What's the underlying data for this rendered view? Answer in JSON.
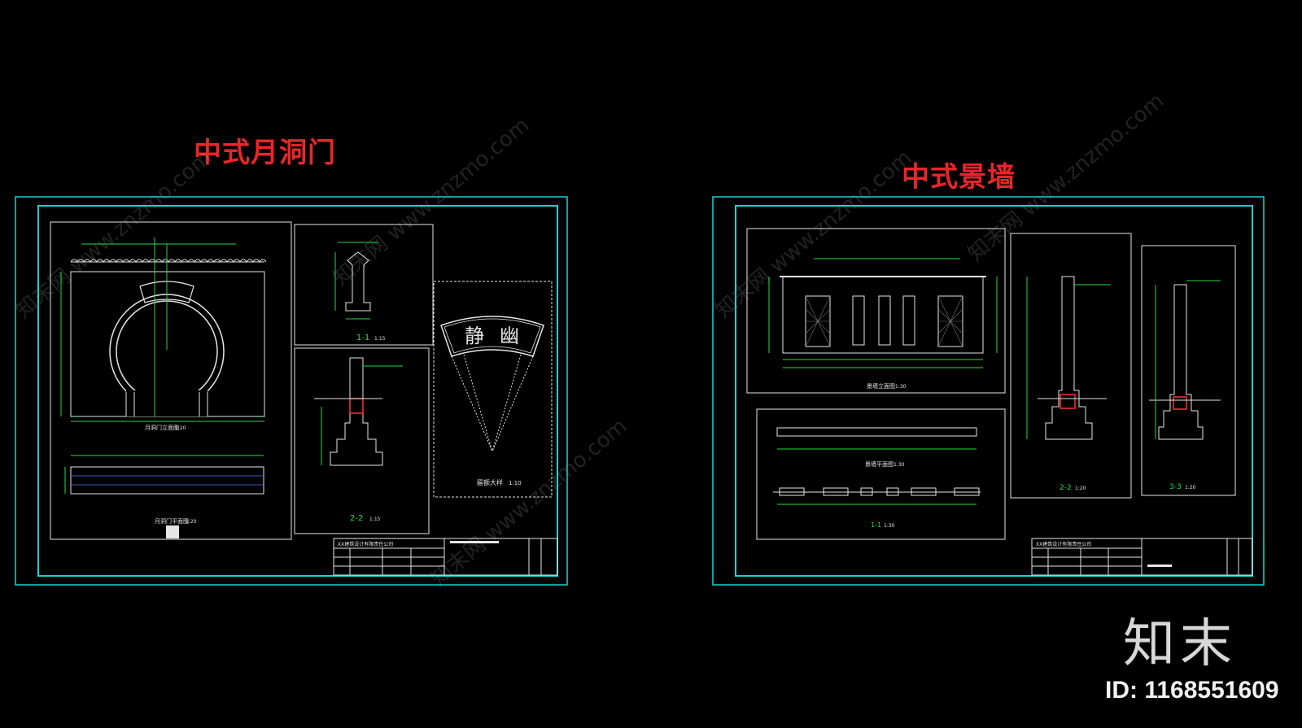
{
  "titles": {
    "left": "中式月洞门",
    "right": "中式景墙"
  },
  "left_sheet": {
    "elevation_caption": "月洞门立面图",
    "elevation_scale": "1:20",
    "plan_caption": "月洞门平面图",
    "plan_scale": "1:20",
    "section_11": "1-1",
    "section_11_scale": "1:15",
    "section_22": "2-2",
    "section_22_scale": "1:15",
    "plaque_caption": "匾额大样",
    "plaque_scale": "1:10",
    "plaque_text_1": "静",
    "plaque_text_2": "幽",
    "company": "XX建筑设计有限责任公司"
  },
  "right_sheet": {
    "elevation_caption": "景墙立面图",
    "elevation_scale": "1:30",
    "plan_caption": "景墙平面图",
    "plan_scale": "1:30",
    "section_11": "1-1",
    "section_11_scale": "1:30",
    "section_22": "2-2",
    "section_22_scale": "1:20",
    "section_33": "3-3",
    "section_33_scale": "1:20",
    "company": "XX建筑设计有限责任公司"
  },
  "watermark": {
    "logo": "知末",
    "id": "ID: 1168551609",
    "diagonal": "知末网 www.znzmo.com"
  },
  "colors": {
    "background": "#000000",
    "title_red": "#e8262a",
    "frame_cyan": "#19d3d3",
    "line_white": "#e6e6e6",
    "dim_green": "#22dd44",
    "accent_red": "#ff3333"
  }
}
